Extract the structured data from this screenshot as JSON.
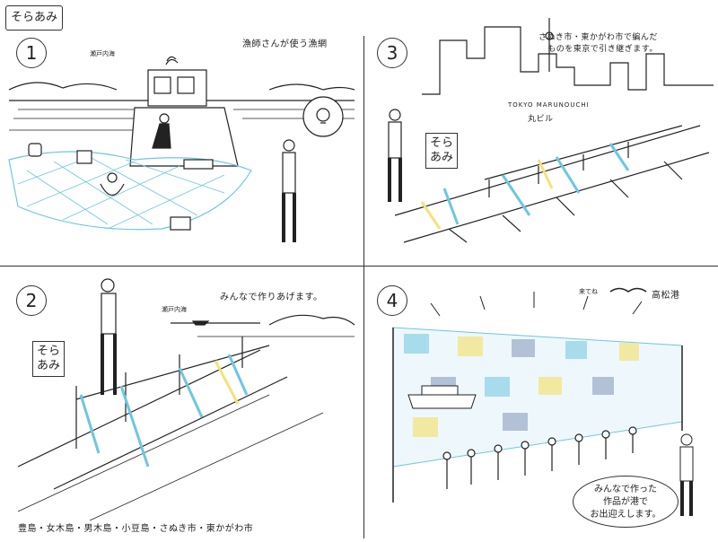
{
  "title": "そらあみ",
  "panels": [
    {
      "number": "1",
      "caption": "漁師さんが使う漁網",
      "place": "瀬戸内海"
    },
    {
      "number": "2",
      "caption": "みんなで作りあげます。",
      "place": "瀬戸内海",
      "sign": "そら\nあみ",
      "footer": "豊島・女木島・男木島・小豆島・さぬき市・東かがわ市"
    },
    {
      "number": "3",
      "caption": "さぬき市・東かがわ市で編んだ\nものを東京で引き継ぎます。",
      "tokyo": "TOKYO MARUNOUCHI",
      "building": "丸ビル",
      "sign": "そら\nあみ"
    },
    {
      "number": "4",
      "caption": "高松港",
      "bird_note": "来てね",
      "speech": "みんなで作った\n作品が港で\nお出迎えします。"
    }
  ],
  "colors": {
    "net_blue": "#6fc6e0",
    "net_yellow": "#f4e27a",
    "net_slate": "#8c9cc0",
    "line": "#222222"
  }
}
